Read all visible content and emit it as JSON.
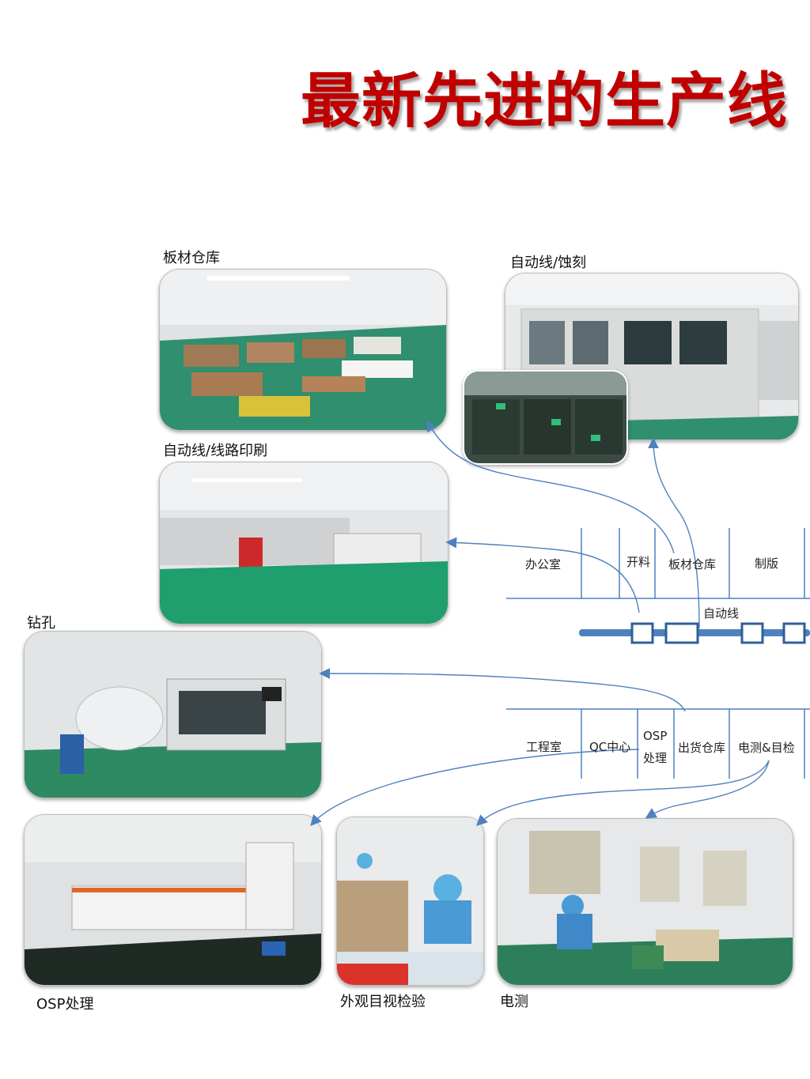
{
  "title": "最新先进的生产线",
  "photo_labels": {
    "warehouse": "板材仓库",
    "etching": "自动线/蚀刻",
    "printing": "自动线/线路印刷",
    "drilling": "钻孔",
    "osp": "OSP处理",
    "visual": "外观目视检验",
    "etest": "电测"
  },
  "floorplan": {
    "top_rooms": [
      "办公室",
      "开料",
      "板材仓库",
      "制版"
    ],
    "line_label": "自动线",
    "bottom_rooms": [
      "工程室",
      "QC中心",
      "OSP",
      "处理",
      "出货仓库",
      "电测&目检"
    ]
  },
  "colors": {
    "title": "#c00000",
    "arrow": "#4f81bd",
    "floor": "#2e8b6a",
    "wall": "#e8eaec"
  }
}
